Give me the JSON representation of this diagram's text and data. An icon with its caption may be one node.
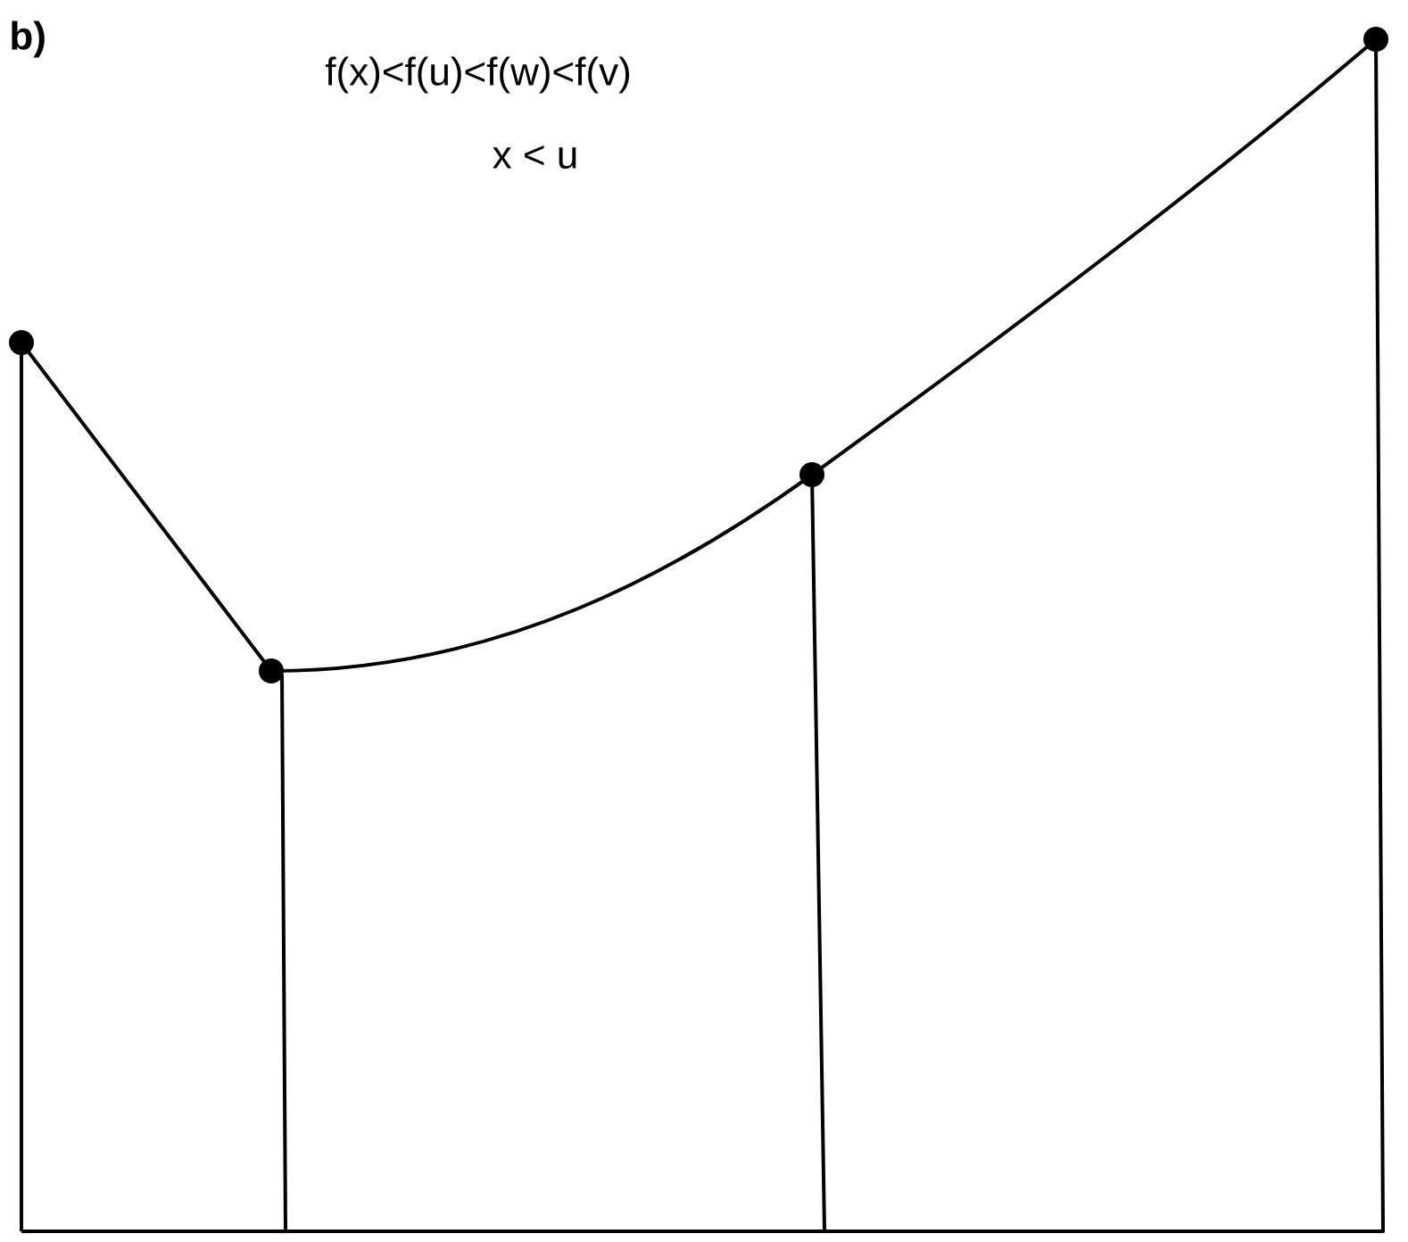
{
  "diagram": {
    "labels": [
      "b)",
      "f(x)<f(u)<f(w)<f(v)",
      "x < u"
    ]
  }
}
